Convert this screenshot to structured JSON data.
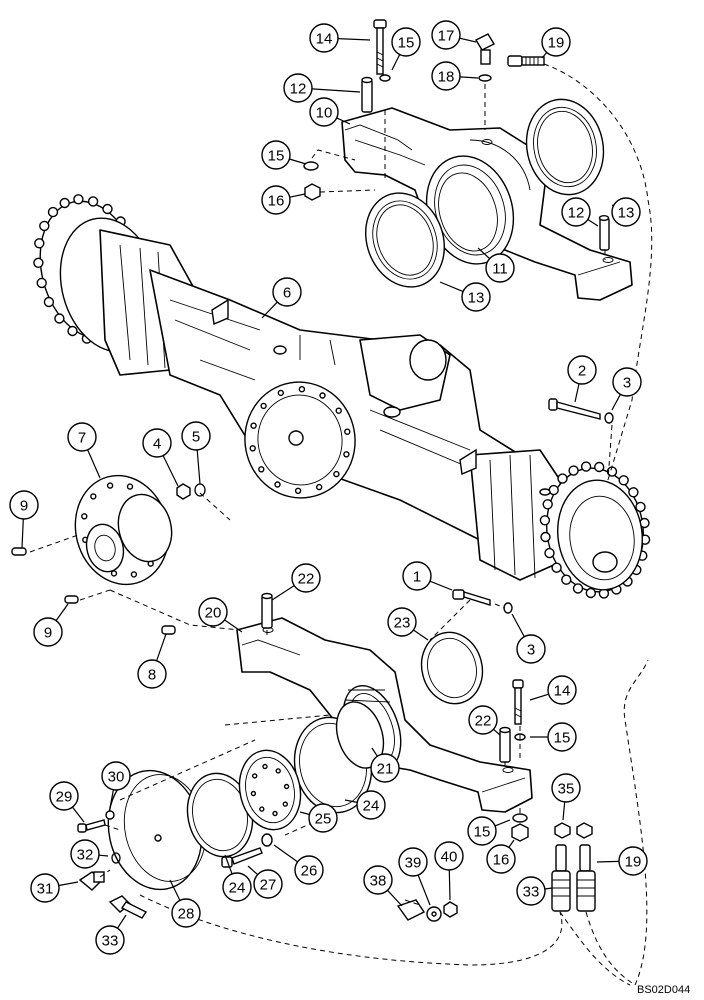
{
  "drawing_code": "BS02D044",
  "callouts": [
    {
      "label": "14"
    },
    {
      "label": "15"
    },
    {
      "label": "17"
    },
    {
      "label": "19"
    },
    {
      "label": "12"
    },
    {
      "label": "18"
    },
    {
      "label": "10"
    },
    {
      "label": "15"
    },
    {
      "label": "16"
    },
    {
      "label": "12"
    },
    {
      "label": "13"
    },
    {
      "label": "11"
    },
    {
      "label": "13"
    },
    {
      "label": "6"
    },
    {
      "label": "2"
    },
    {
      "label": "3"
    },
    {
      "label": "7"
    },
    {
      "label": "4"
    },
    {
      "label": "5"
    },
    {
      "label": "9"
    },
    {
      "label": "9"
    },
    {
      "label": "8"
    },
    {
      "label": "22"
    },
    {
      "label": "20"
    },
    {
      "label": "1"
    },
    {
      "label": "23"
    },
    {
      "label": "3"
    },
    {
      "label": "14"
    },
    {
      "label": "22"
    },
    {
      "label": "15"
    },
    {
      "label": "21"
    },
    {
      "label": "24"
    },
    {
      "label": "25"
    },
    {
      "label": "30"
    },
    {
      "label": "29"
    },
    {
      "label": "32"
    },
    {
      "label": "31"
    },
    {
      "label": "26"
    },
    {
      "label": "27"
    },
    {
      "label": "24"
    },
    {
      "label": "28"
    },
    {
      "label": "33"
    },
    {
      "label": "15"
    },
    {
      "label": "16"
    },
    {
      "label": "35"
    },
    {
      "label": "19"
    },
    {
      "label": "33"
    },
    {
      "label": "38"
    },
    {
      "label": "39"
    },
    {
      "label": "40"
    }
  ]
}
